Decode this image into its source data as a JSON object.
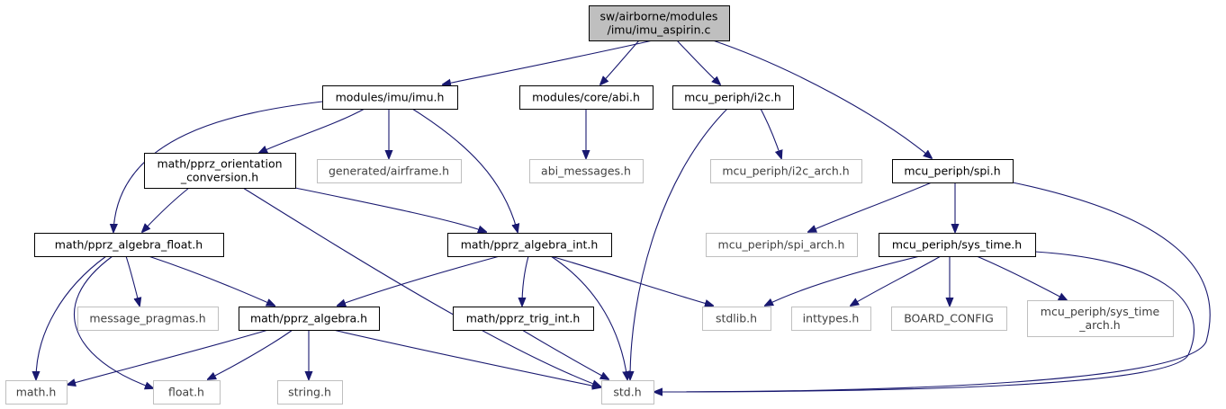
{
  "diagram": {
    "colors": {
      "edge": "#191970",
      "root_fill": "#bfbfbf",
      "node_border": "#000000",
      "missing_border": "#bfbfbf",
      "missing_text": "#3f3f3f",
      "text": "#000000"
    },
    "nodes": {
      "root": {
        "lines": [
          "sw/airborne/modules",
          "/imu/imu_aspirin.c"
        ],
        "kind": "root"
      },
      "imu": {
        "lines": [
          "modules/imu/imu.h"
        ],
        "kind": "file"
      },
      "abi": {
        "lines": [
          "modules/core/abi.h"
        ],
        "kind": "file"
      },
      "i2c": {
        "lines": [
          "mcu_periph/i2c.h"
        ],
        "kind": "file"
      },
      "spi": {
        "lines": [
          "mcu_periph/spi.h"
        ],
        "kind": "file"
      },
      "orient": {
        "lines": [
          "math/pprz_orientation",
          "_conversion.h"
        ],
        "kind": "file"
      },
      "airframe": {
        "lines": [
          "generated/airframe.h"
        ],
        "kind": "missing"
      },
      "abimsg": {
        "lines": [
          "abi_messages.h"
        ],
        "kind": "missing"
      },
      "i2carch": {
        "lines": [
          "mcu_periph/i2c_arch.h"
        ],
        "kind": "missing"
      },
      "algfloat": {
        "lines": [
          "math/pprz_algebra_float.h"
        ],
        "kind": "file"
      },
      "algint": {
        "lines": [
          "math/pprz_algebra_int.h"
        ],
        "kind": "file"
      },
      "spiarch": {
        "lines": [
          "mcu_periph/spi_arch.h"
        ],
        "kind": "missing"
      },
      "systime": {
        "lines": [
          "mcu_periph/sys_time.h"
        ],
        "kind": "file"
      },
      "msgprag": {
        "lines": [
          "message_pragmas.h"
        ],
        "kind": "missing"
      },
      "alg": {
        "lines": [
          "math/pprz_algebra.h"
        ],
        "kind": "file"
      },
      "trig": {
        "lines": [
          "math/pprz_trig_int.h"
        ],
        "kind": "file"
      },
      "stdlib": {
        "lines": [
          "stdlib.h"
        ],
        "kind": "missing"
      },
      "inttypes": {
        "lines": [
          "inttypes.h"
        ],
        "kind": "missing"
      },
      "board": {
        "lines": [
          "BOARD_CONFIG"
        ],
        "kind": "missing"
      },
      "systimearch": {
        "lines": [
          "mcu_periph/sys_time",
          "_arch.h"
        ],
        "kind": "missing"
      },
      "math": {
        "lines": [
          "math.h"
        ],
        "kind": "missing"
      },
      "float": {
        "lines": [
          "float.h"
        ],
        "kind": "missing"
      },
      "string": {
        "lines": [
          "string.h"
        ],
        "kind": "missing"
      },
      "std": {
        "lines": [
          "std.h"
        ],
        "kind": "missing"
      }
    },
    "edges": [
      [
        "root",
        "imu"
      ],
      [
        "root",
        "abi"
      ],
      [
        "root",
        "i2c"
      ],
      [
        "root",
        "spi"
      ],
      [
        "imu",
        "algfloat"
      ],
      [
        "imu",
        "orient"
      ],
      [
        "imu",
        "airframe"
      ],
      [
        "imu",
        "algint"
      ],
      [
        "abi",
        "abimsg"
      ],
      [
        "i2c",
        "i2carch"
      ],
      [
        "i2c",
        "std"
      ],
      [
        "spi",
        "spiarch"
      ],
      [
        "spi",
        "systime"
      ],
      [
        "spi",
        "std"
      ],
      [
        "orient",
        "algfloat"
      ],
      [
        "orient",
        "algint"
      ],
      [
        "orient",
        "std"
      ],
      [
        "algfloat",
        "msgprag"
      ],
      [
        "algfloat",
        "alg"
      ],
      [
        "algfloat",
        "math"
      ],
      [
        "algfloat",
        "float"
      ],
      [
        "algint",
        "alg"
      ],
      [
        "algint",
        "trig"
      ],
      [
        "algint",
        "stdlib"
      ],
      [
        "algint",
        "std"
      ],
      [
        "systime",
        "stdlib"
      ],
      [
        "systime",
        "inttypes"
      ],
      [
        "systime",
        "board"
      ],
      [
        "systime",
        "systimearch"
      ],
      [
        "systime",
        "std"
      ],
      [
        "alg",
        "math"
      ],
      [
        "alg",
        "float"
      ],
      [
        "alg",
        "string"
      ],
      [
        "alg",
        "std"
      ],
      [
        "trig",
        "std"
      ]
    ]
  }
}
